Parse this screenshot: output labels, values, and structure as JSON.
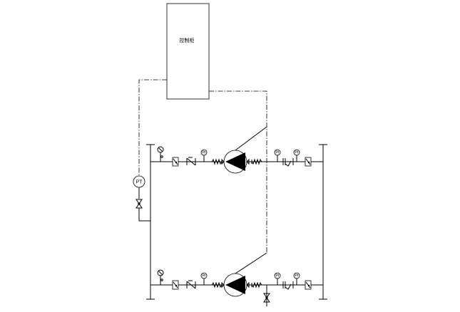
{
  "cabinet": {
    "label": "控制柜"
  },
  "transmitter": {
    "label": "PT"
  },
  "instrument_label": "PI",
  "rows": [
    {
      "name": "pump-line-1"
    },
    {
      "name": "pump-line-2"
    }
  ]
}
